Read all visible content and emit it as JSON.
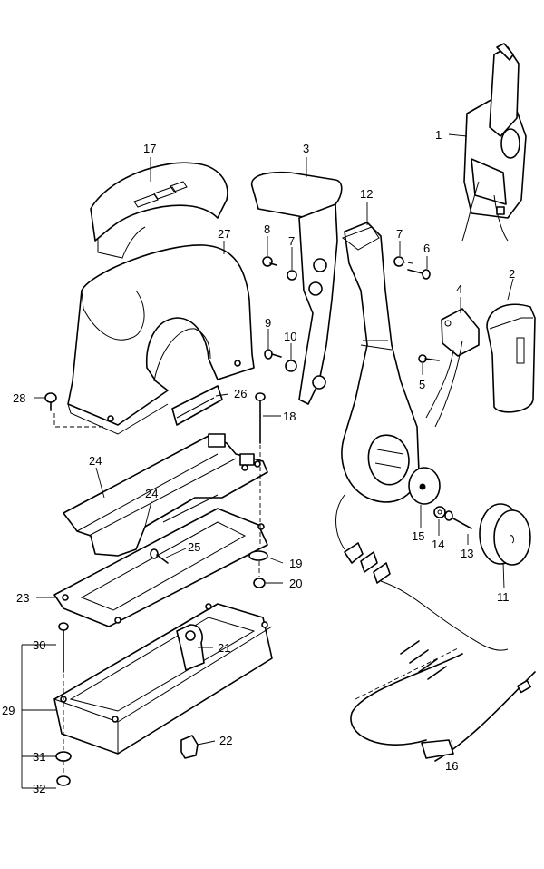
{
  "labels": {
    "p1": "1",
    "p2": "2",
    "p3": "3",
    "p4": "4",
    "p5": "5",
    "p6": "6",
    "p7a": "7",
    "p7b": "7",
    "p8": "8",
    "p9": "9",
    "p10": "10",
    "p11": "11",
    "p12": "12",
    "p13": "13",
    "p14": "14",
    "p15": "15",
    "p16": "16",
    "p17": "17",
    "p18": "18",
    "p19": "19",
    "p20": "20",
    "p21": "21",
    "p22": "22",
    "p23": "23",
    "p24a": "24",
    "p24b": "24",
    "p25": "25",
    "p26": "26",
    "p27": "27",
    "p28": "28",
    "p29": "29",
    "p30": "30",
    "p31": "31",
    "p32": "32"
  }
}
